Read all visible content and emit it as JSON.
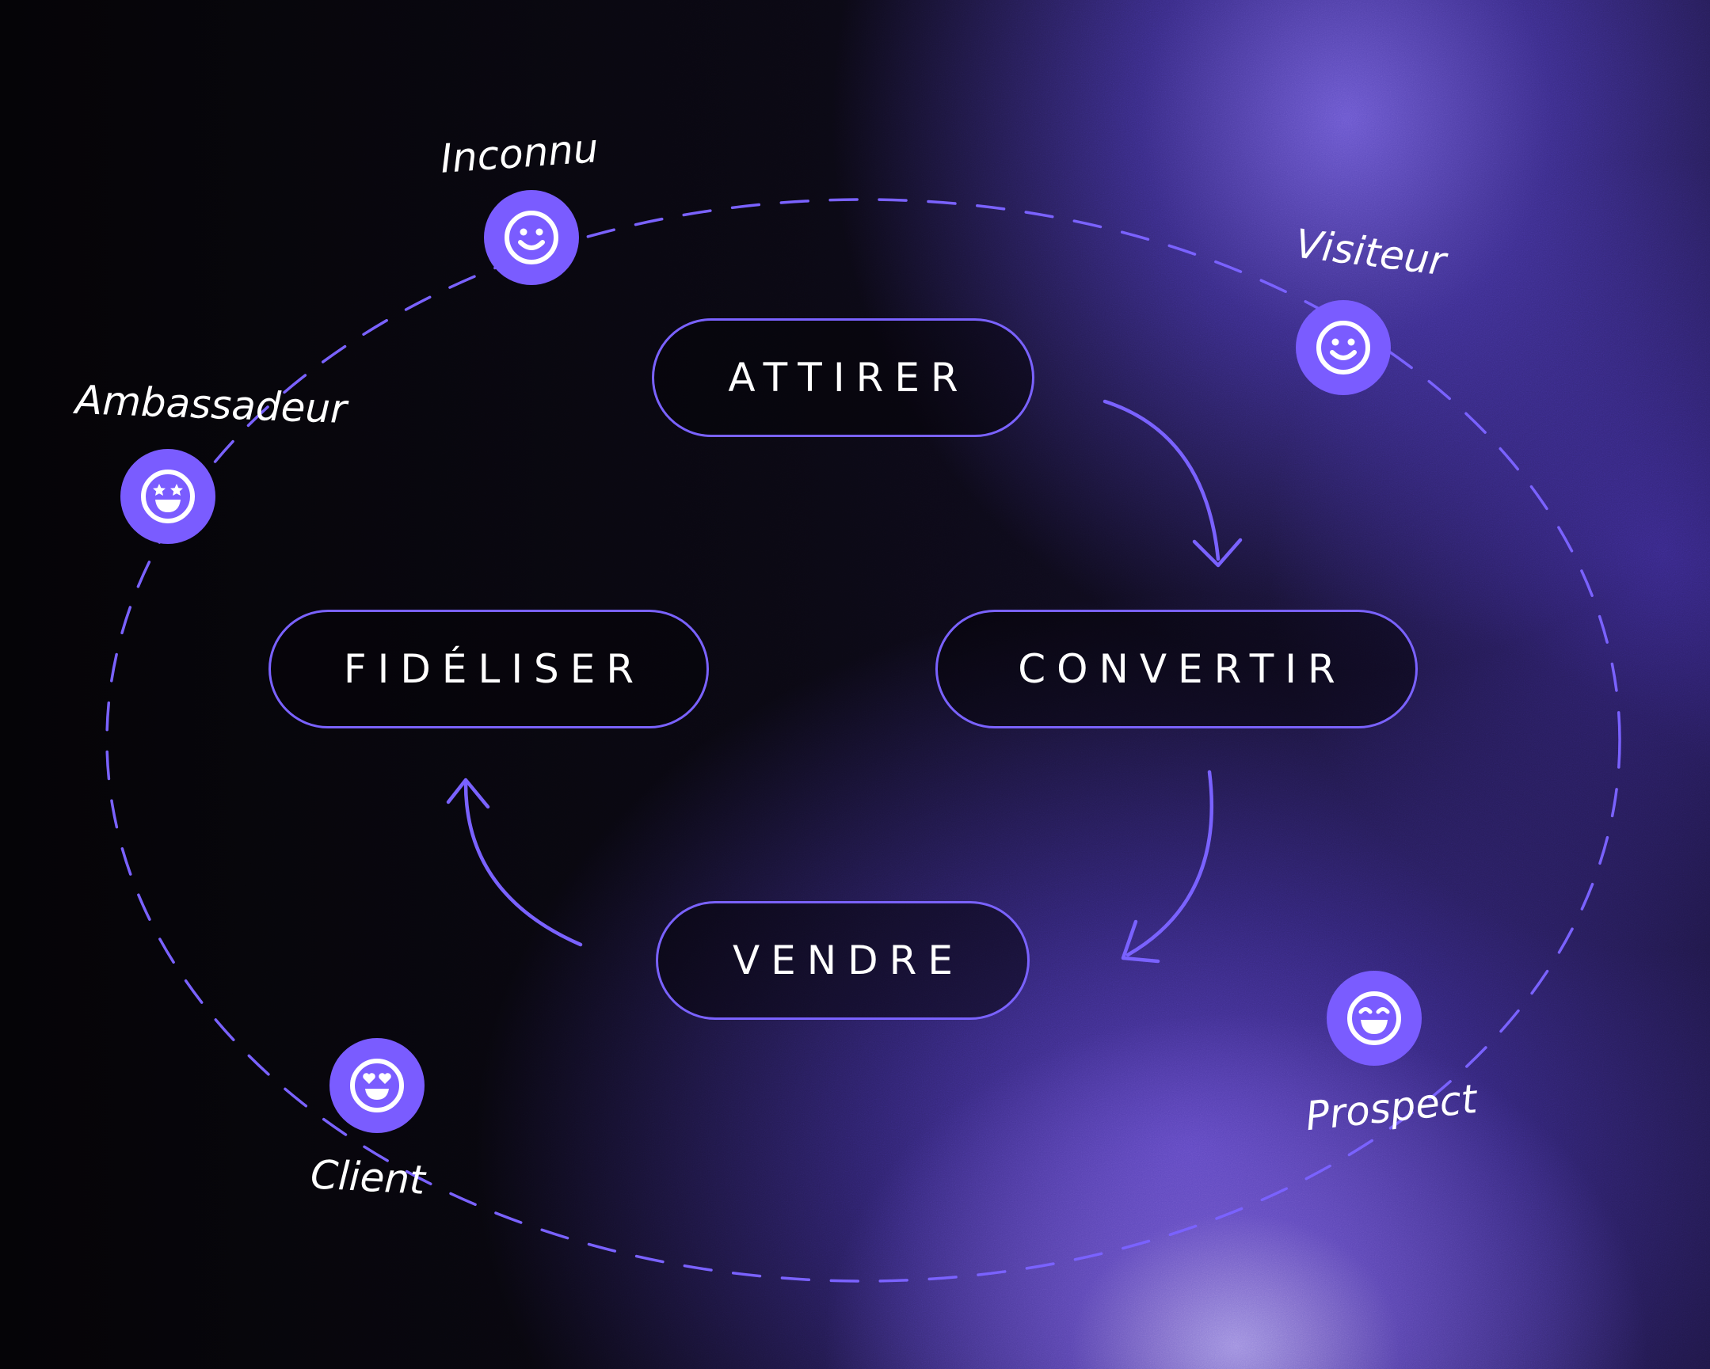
{
  "stages": {
    "attirer": "ATTIRER",
    "convertir": "CONVERTIR",
    "vendre": "VENDRE",
    "fideliser": "FIDÉLISER"
  },
  "personas": {
    "inconnu": {
      "label": "Inconnu",
      "icon": "smiling-face-icon"
    },
    "visiteur": {
      "label": "Visiteur",
      "icon": "smiling-face-icon"
    },
    "prospect": {
      "label": "Prospect",
      "icon": "grinning-face-icon"
    },
    "client": {
      "label": "Client",
      "icon": "heart-eyes-face-icon"
    },
    "ambassadeur": {
      "label": "Ambassadeur",
      "icon": "star-struck-face-icon"
    }
  },
  "colors": {
    "accent": "#7a62ff",
    "node_fill": "#7a5cff",
    "text": "#ffffff",
    "background": "#050407",
    "glow": "#6a4fe0"
  }
}
